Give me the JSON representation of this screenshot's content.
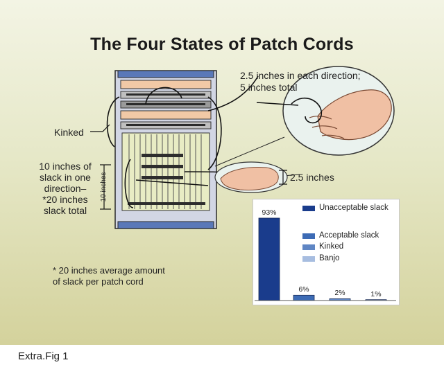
{
  "title": "The Four States of Patch Cords",
  "callouts": {
    "top_right": [
      "2.5 inches in each direction;",
      "5 inches total"
    ],
    "kinked": "Kinked",
    "slack_left": [
      "10 inches of",
      "slack in one",
      "direction–",
      "*20 inches",
      "slack total"
    ],
    "dimension": "10 inches",
    "hand_dim": "2.5 inches",
    "footnote": [
      "* 20 inches average amount",
      "of slack per patch cord"
    ]
  },
  "caption": "Extra.Fig 1",
  "colors": {
    "unacceptable": "#1a3c8c",
    "acceptable": "#3d6bb5",
    "kinked": "#5f86c4",
    "banjo": "#a7bde0"
  },
  "chart_data": {
    "type": "bar",
    "categories": [
      "Unacceptable slack",
      "Acceptable slack",
      "Kinked",
      "Banjo"
    ],
    "values": [
      93,
      6,
      2,
      1
    ],
    "value_labels": [
      "93%",
      "6%",
      "2%",
      "1%"
    ],
    "legend": [
      "Unacceptable slack",
      "Acceptable slack",
      "Kinked",
      "Banjo"
    ],
    "legend_placement": "top-right",
    "ylim": [
      0,
      100
    ]
  }
}
